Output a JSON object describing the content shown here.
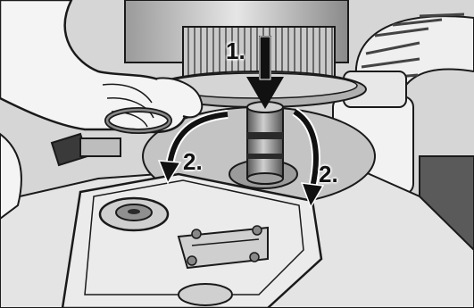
{
  "figure": {
    "step_labels": {
      "step1": "1.",
      "step2_left": "2.",
      "step2_right": "2."
    },
    "colors": {
      "background": "#d9d9d9",
      "line": "#1a1a1a",
      "metal_light": "#bcbcbc",
      "metal_dark": "#6e6e6e",
      "arrow": "#111111"
    },
    "icons": [
      "down-arrow-icon",
      "curved-arrow-icon"
    ]
  }
}
